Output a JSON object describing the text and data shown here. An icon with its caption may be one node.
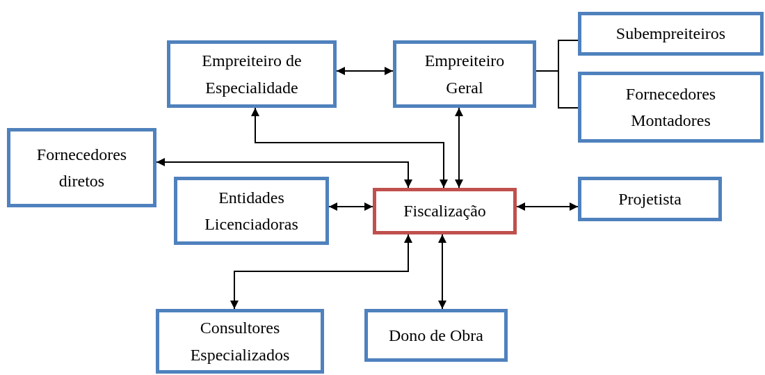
{
  "diagram": {
    "nodes": [
      {
        "text": [
          "Empreiteiro de Especialidade"
        ]
      },
      {
        "text": [
          "Empreiteiro Geral"
        ]
      },
      {
        "text": [
          "Subempreiteiros"
        ]
      },
      {
        "text": [
          "Fornecedores Montadores"
        ]
      },
      {
        "text": [
          "Fornecedores diretos"
        ]
      },
      {
        "text": [
          "Entidades Licenciadoras"
        ]
      },
      {
        "text": [
          "Fiscalização"
        ]
      },
      {
        "text": [
          "Projetista"
        ]
      },
      {
        "text": [
          "Consultores Especializados"
        ]
      },
      {
        "text": [
          "Dono de Obra"
        ]
      }
    ],
    "edges": [
      {
        "from": 0,
        "to": 1,
        "arrow": "both"
      },
      {
        "from": 0,
        "to": 6,
        "arrow": "both"
      },
      {
        "from": 1,
        "to": 6,
        "arrow": "both"
      },
      {
        "from": 4,
        "to": 6,
        "arrow": "both"
      },
      {
        "from": 5,
        "to": 6,
        "arrow": "both"
      },
      {
        "from": 6,
        "to": 7,
        "arrow": "both"
      },
      {
        "from": 6,
        "to": 8,
        "arrow": "both"
      },
      {
        "from": 6,
        "to": 9,
        "arrow": "both"
      },
      {
        "from": 1,
        "to": 2,
        "arrow": "none"
      },
      {
        "from": 1,
        "to": 3,
        "arrow": "none"
      }
    ]
  }
}
